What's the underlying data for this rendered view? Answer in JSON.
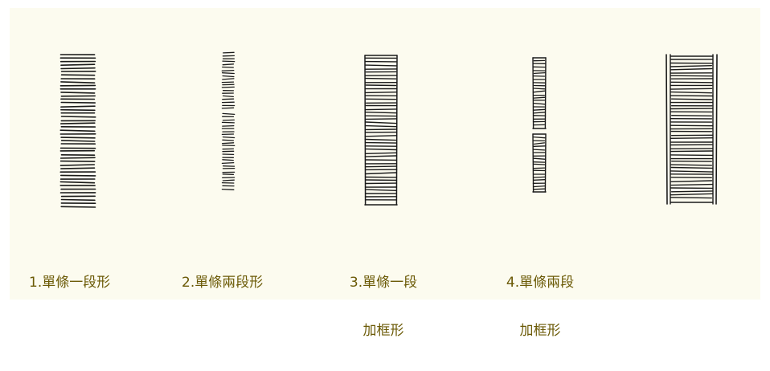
{
  "captions": [
    {
      "id": "1",
      "lines": [
        "1.單條一段形"
      ]
    },
    {
      "id": "2",
      "lines": [
        "2.單條兩段形"
      ]
    },
    {
      "id": "3",
      "lines": [
        "3.單條一段",
        "加框形"
      ]
    },
    {
      "id": "4",
      "lines": [
        "4.單條兩段",
        "加框形"
      ]
    }
  ],
  "colors": {
    "background": "#fcfbef",
    "ink": "#1a1a1a",
    "caption": "#6b5a06"
  }
}
